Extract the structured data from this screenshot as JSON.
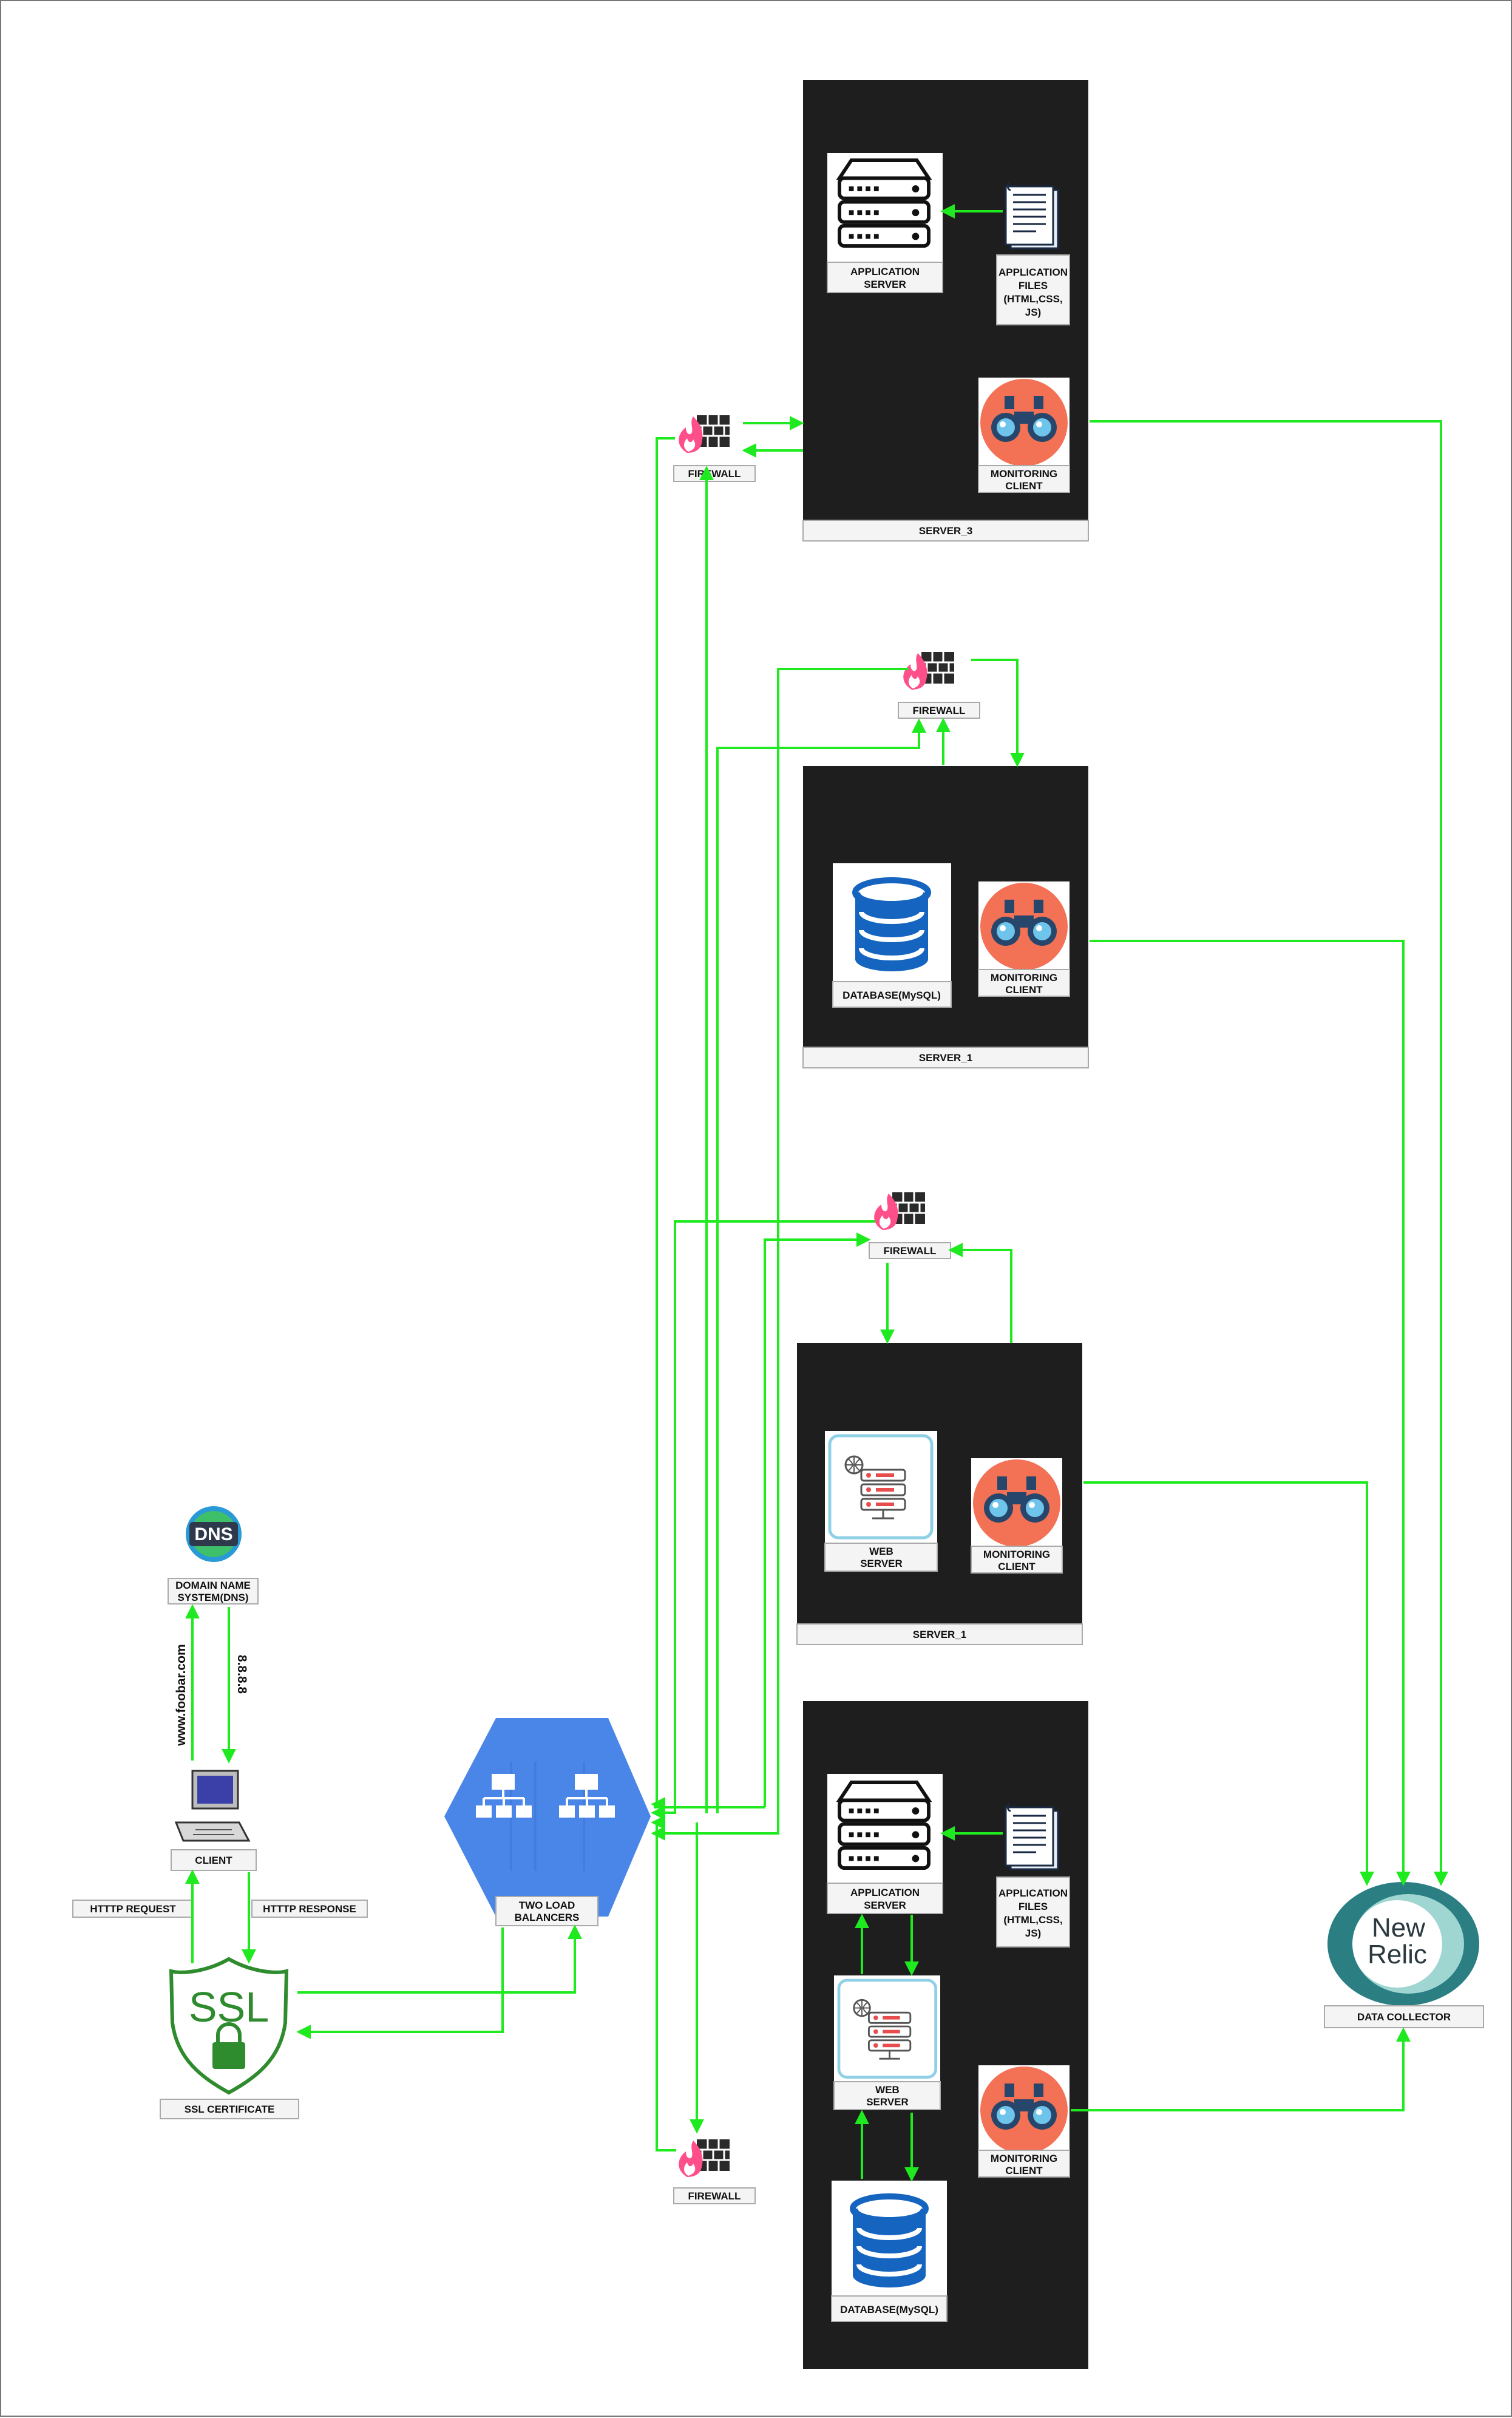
{
  "servers": {
    "server_3": "SERVER_3",
    "server_1a": "SERVER_1",
    "server_1b": "SERVER_1"
  },
  "labels": {
    "application_server_top": [
      "APPLICATION",
      "SERVER"
    ],
    "application_files_top": [
      "APPLICATION",
      "FILES",
      "(HTML,CSS,",
      "JS)"
    ],
    "monitoring_s3": [
      "MONITORING",
      "CLIENT"
    ],
    "firewall_s3": "FIREWALL",
    "firewall_s1": "FIREWALL",
    "database_s1": "DATABASE(MySQL)",
    "monitoring_s1": [
      "MONITORING",
      "CLIENT"
    ],
    "firewall_web": "FIREWALL",
    "web_server": [
      "WEB",
      "SERVER"
    ],
    "monitoring_web": [
      "MONITORING",
      "CLIENT"
    ],
    "dns": [
      "DOMAIN NAME",
      "SYSTEM(DNS)"
    ],
    "dns_badge": "DNS",
    "dns_query": "www.foobar.com",
    "dns_answer": "8.8.8.8",
    "client": "CLIENT",
    "http_request": "HTTTP REQUEST",
    "http_response": "HTTTP RESPONSE",
    "ssl_badge": "SSL",
    "ssl_certificate": "SSL CERTIFICATE",
    "load_balancers": [
      "TWO LOAD",
      "BALANCERS"
    ],
    "firewall_bottom": "FIREWALL",
    "application_server_bottom": [
      "APPLICATION",
      "SERVER"
    ],
    "application_files_bottom": [
      "APPLICATION",
      "FILES",
      "(HTML,CSS,",
      "JS)"
    ],
    "web_server_bottom": [
      "WEB",
      "SERVER"
    ],
    "monitoring_bottom": [
      "MONITORING",
      "CLIENT"
    ],
    "database_bottom": "DATABASE(MySQL)",
    "new_relic_line1": "New",
    "new_relic_line2": "Relic",
    "data_collector": "DATA COLLECTOR"
  },
  "colors": {
    "connector": "#1fea1f",
    "server_bg": "#1e1e1e",
    "label_bg": "#f4f4f4",
    "monitor_bg": "#f37155",
    "db_blue": "#1565c0",
    "lb_blue": "#4a86e8",
    "ssl_green": "#2e8b2e",
    "new_relic_teal": "#2b7f83"
  }
}
